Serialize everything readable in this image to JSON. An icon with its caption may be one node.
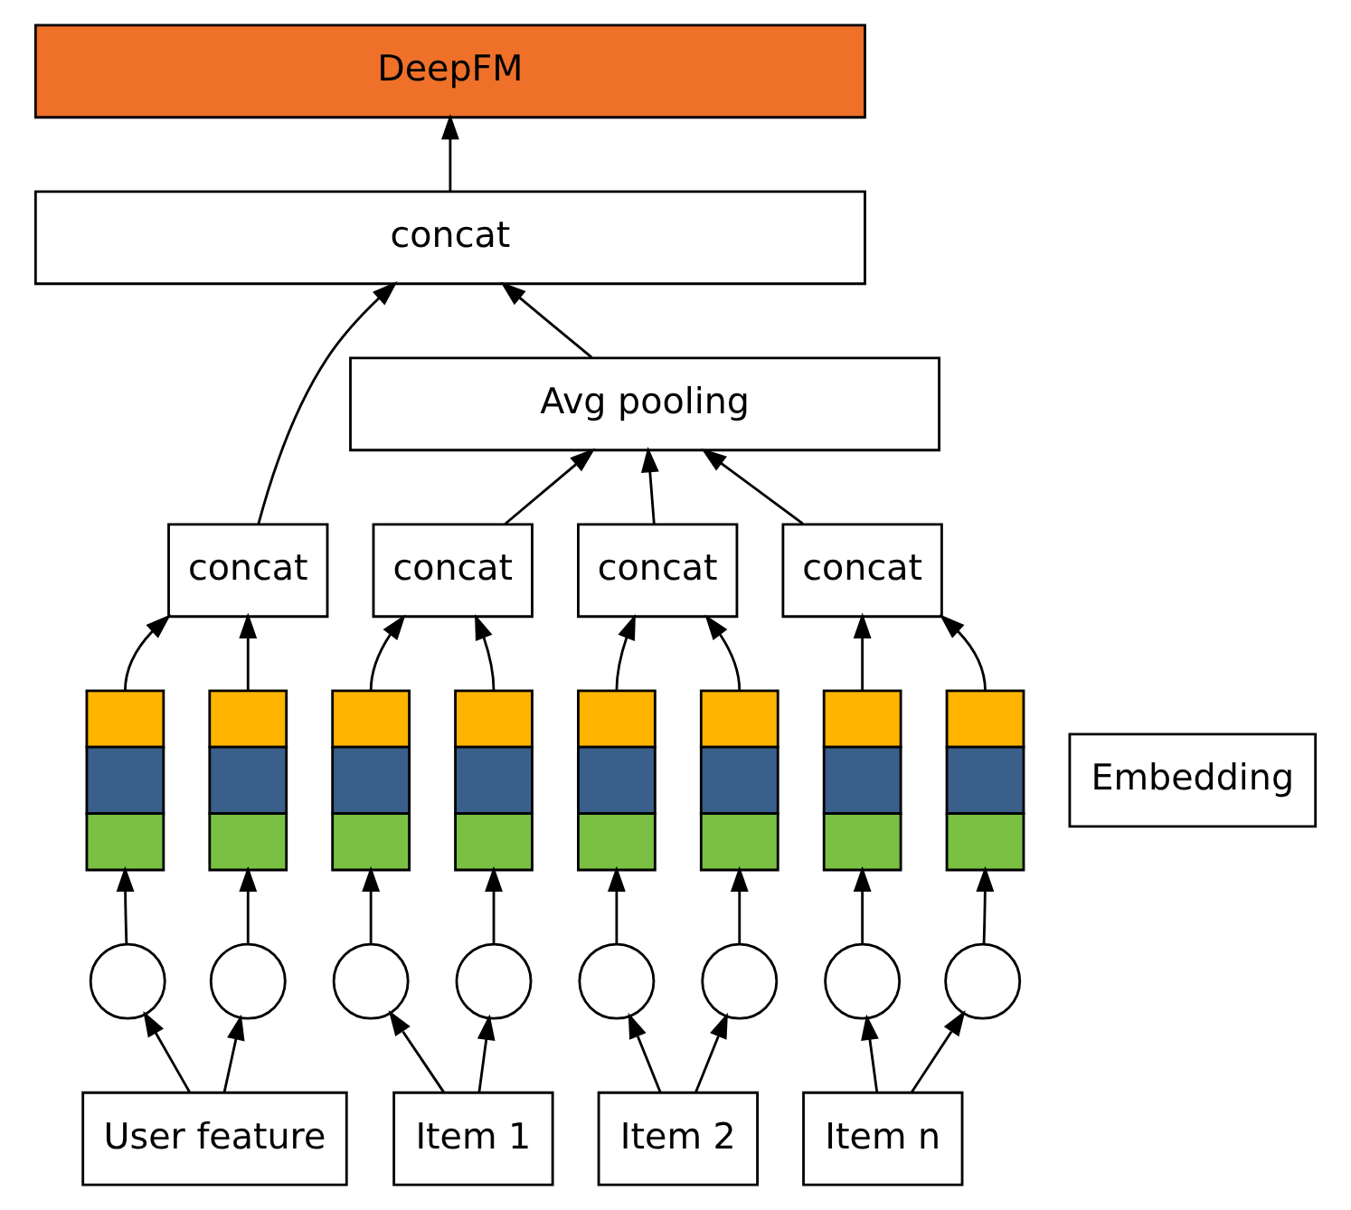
{
  "diagram": {
    "nodes": [
      {
        "text": [
          "DeepFM"
        ]
      },
      {
        "text": [
          "concat"
        ]
      },
      {
        "text": [
          "Avg pooling"
        ]
      },
      {
        "text": [
          "concat"
        ]
      },
      {
        "text": [
          "concat"
        ]
      },
      {
        "text": [
          "concat"
        ]
      },
      {
        "text": [
          "concat"
        ]
      },
      {
        "text": [
          "Embedding"
        ]
      },
      {
        "text": [],
        "shape": "bar"
      },
      {
        "text": [],
        "shape": "bar"
      },
      {
        "text": [],
        "shape": "bar"
      },
      {
        "text": [],
        "shape": "bar"
      },
      {
        "text": [],
        "shape": "bar"
      },
      {
        "text": [],
        "shape": "bar"
      },
      {
        "text": [],
        "shape": "bar"
      },
      {
        "text": [],
        "shape": "bar"
      },
      {
        "text": [],
        "shape": "circle"
      },
      {
        "text": [],
        "shape": "circle"
      },
      {
        "text": [],
        "shape": "circle"
      },
      {
        "text": [],
        "shape": "circle"
      },
      {
        "text": [],
        "shape": "circle"
      },
      {
        "text": [],
        "shape": "circle"
      },
      {
        "text": [],
        "shape": "circle"
      },
      {
        "text": [],
        "shape": "circle"
      },
      {
        "text": [
          "User feature"
        ]
      },
      {
        "text": [
          "Item 1"
        ]
      },
      {
        "text": [
          "Item 2"
        ]
      },
      {
        "text": [
          "Item n"
        ]
      }
    ],
    "edges": [
      {
        "from": 24,
        "to": 16,
        "arrow": "to"
      },
      {
        "from": 24,
        "to": 17,
        "arrow": "to"
      },
      {
        "from": 25,
        "to": 18,
        "arrow": "to"
      },
      {
        "from": 25,
        "to": 19,
        "arrow": "to"
      },
      {
        "from": 26,
        "to": 20,
        "arrow": "to"
      },
      {
        "from": 26,
        "to": 21,
        "arrow": "to"
      },
      {
        "from": 27,
        "to": 22,
        "arrow": "to"
      },
      {
        "from": 27,
        "to": 23,
        "arrow": "to"
      },
      {
        "from": 16,
        "to": 8,
        "arrow": "to"
      },
      {
        "from": 17,
        "to": 9,
        "arrow": "to"
      },
      {
        "from": 18,
        "to": 10,
        "arrow": "to"
      },
      {
        "from": 19,
        "to": 11,
        "arrow": "to"
      },
      {
        "from": 20,
        "to": 12,
        "arrow": "to"
      },
      {
        "from": 21,
        "to": 13,
        "arrow": "to"
      },
      {
        "from": 22,
        "to": 14,
        "arrow": "to"
      },
      {
        "from": 23,
        "to": 15,
        "arrow": "to"
      },
      {
        "from": 8,
        "to": 3,
        "arrow": "to"
      },
      {
        "from": 9,
        "to": 3,
        "arrow": "to"
      },
      {
        "from": 10,
        "to": 4,
        "arrow": "to"
      },
      {
        "from": 11,
        "to": 4,
        "arrow": "to"
      },
      {
        "from": 12,
        "to": 5,
        "arrow": "to"
      },
      {
        "from": 13,
        "to": 5,
        "arrow": "to"
      },
      {
        "from": 14,
        "to": 6,
        "arrow": "to"
      },
      {
        "from": 15,
        "to": 6,
        "arrow": "to"
      },
      {
        "from": 3,
        "to": 1,
        "arrow": "to"
      },
      {
        "from": 4,
        "to": 2,
        "arrow": "to"
      },
      {
        "from": 5,
        "to": 2,
        "arrow": "to"
      },
      {
        "from": 6,
        "to": 2,
        "arrow": "to"
      },
      {
        "from": 2,
        "to": 1,
        "arrow": "to"
      },
      {
        "from": 1,
        "to": 0,
        "arrow": "to"
      }
    ]
  }
}
